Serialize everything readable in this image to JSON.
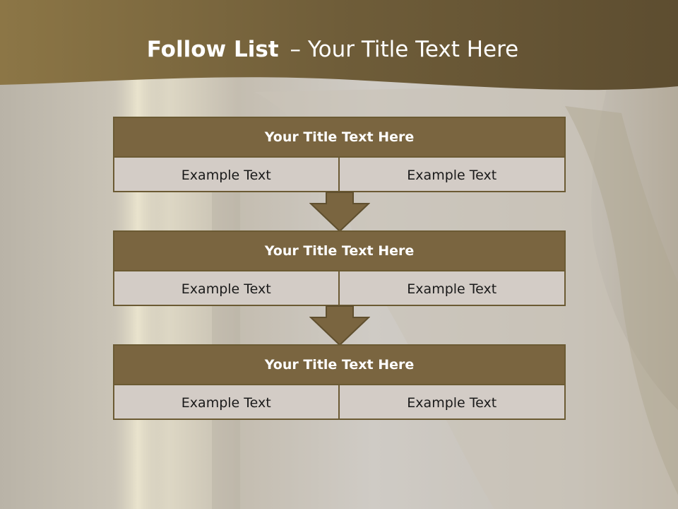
{
  "title": {
    "bold": "Follow List",
    "separator": "–",
    "rest": "Your Title Text Here"
  },
  "steps": [
    {
      "heading": "Your Title Text Here",
      "left": "Example Text",
      "right": "Example Text"
    },
    {
      "heading": "Your Title Text Here",
      "left": "Example Text",
      "right": "Example Text"
    },
    {
      "heading": "Your Title Text Here",
      "left": "Example Text",
      "right": "Example Text"
    }
  ],
  "colors": {
    "accent": "#7a6540",
    "border": "#6b5a33",
    "cell_fill": "#d3ccc6",
    "banner": "#6f5d39"
  }
}
